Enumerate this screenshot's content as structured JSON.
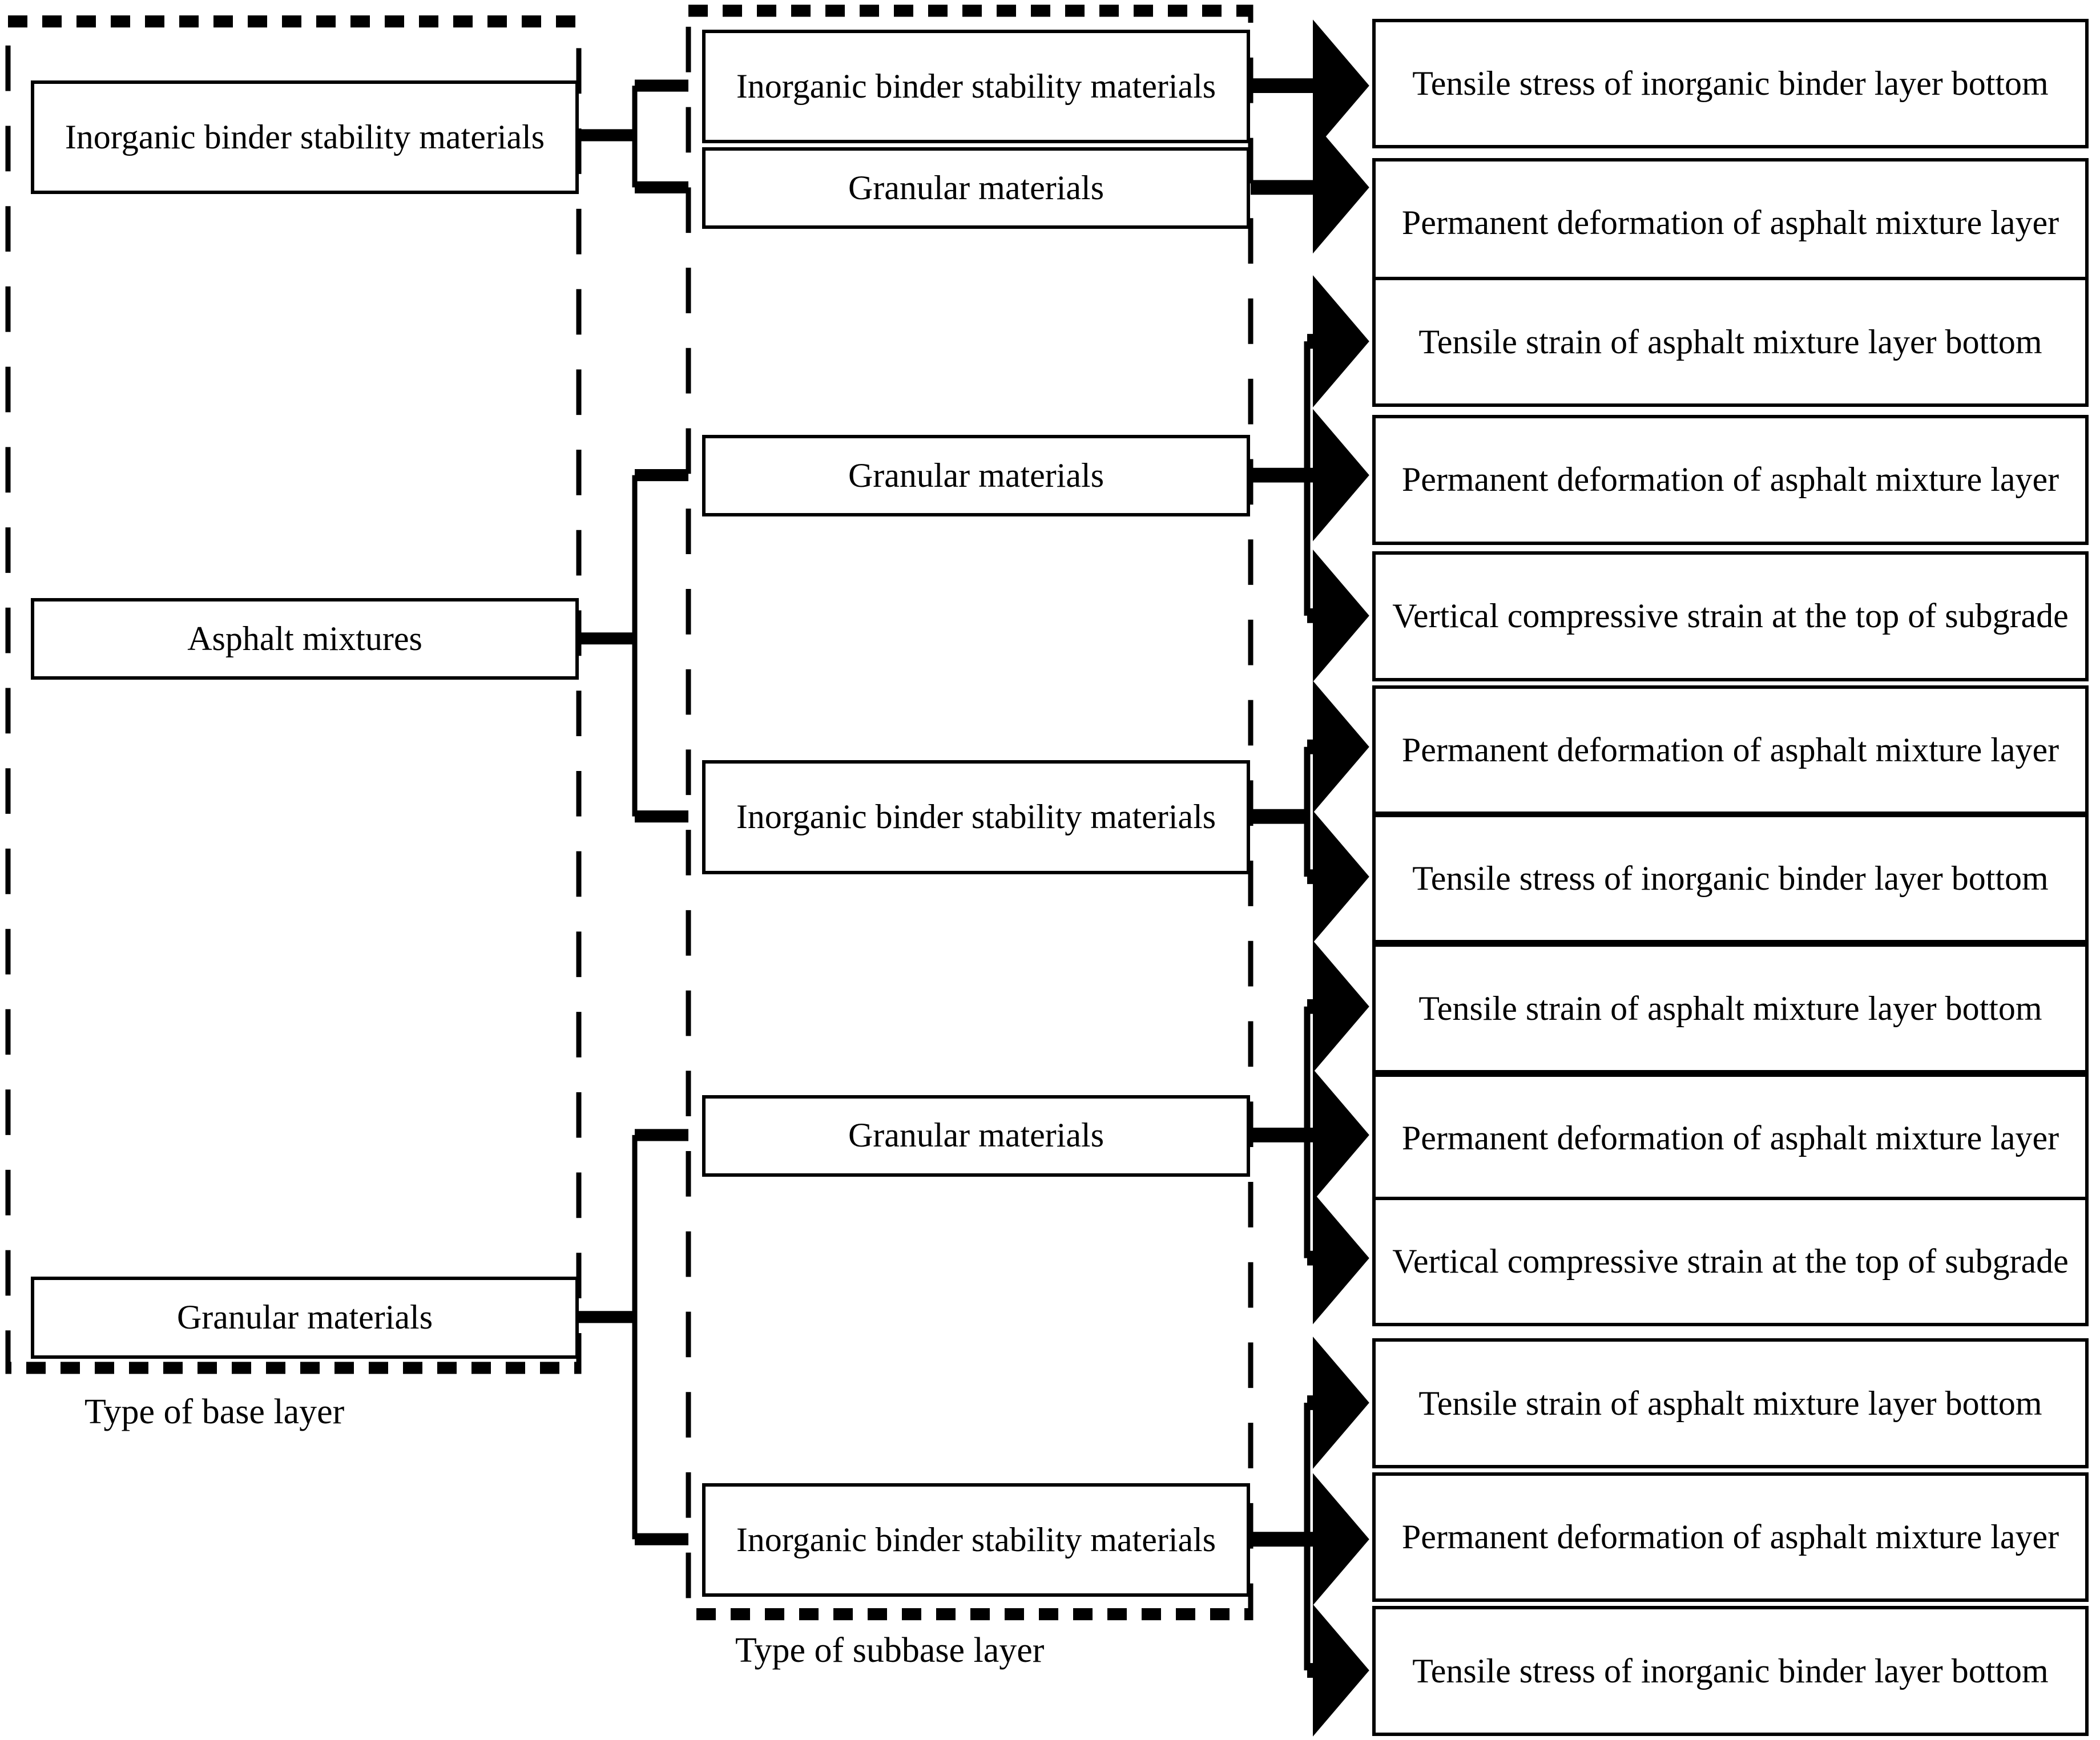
{
  "diagram": {
    "type": "flowchart",
    "title": "",
    "group_captions": {
      "base_layer": "Type of base layer",
      "subbase_layer": "Type of subbase layer"
    },
    "base_layer_nodes": [
      {
        "id": "b1",
        "label": "Inorganic binder stability materials"
      },
      {
        "id": "b2",
        "label": "Asphalt mixtures"
      },
      {
        "id": "b3",
        "label": "Granular materials"
      }
    ],
    "subbase_layer_nodes": [
      {
        "id": "s1",
        "label": "Inorganic binder stability materials"
      },
      {
        "id": "s2",
        "label": "Granular materials"
      },
      {
        "id": "s3",
        "label": "Granular materials"
      },
      {
        "id": "s4",
        "label": "Inorganic binder stability materials"
      },
      {
        "id": "s5",
        "label": "Granular materials"
      },
      {
        "id": "s6",
        "label": "Inorganic binder stability materials"
      }
    ],
    "outcome_nodes": [
      {
        "id": "o1",
        "label": "Tensile stress of inorganic binder layer bottom"
      },
      {
        "id": "o2",
        "label": "Permanent deformation of asphalt mixture layer"
      },
      {
        "id": "o3",
        "label": "Tensile strain of asphalt mixture layer bottom"
      },
      {
        "id": "o4",
        "label": "Permanent deformation of asphalt mixture layer"
      },
      {
        "id": "o5",
        "label": "Vertical compressive strain at the top of subgrade"
      },
      {
        "id": "o6",
        "label": "Permanent deformation of asphalt mixture layer"
      },
      {
        "id": "o7",
        "label": "Tensile stress of inorganic binder layer bottom"
      },
      {
        "id": "o8",
        "label": "Tensile strain of asphalt mixture layer bottom"
      },
      {
        "id": "o9",
        "label": "Permanent deformation of asphalt mixture layer"
      },
      {
        "id": "o10",
        "label": "Vertical compressive strain at the top of subgrade"
      },
      {
        "id": "o11",
        "label": "Tensile strain of asphalt mixture layer bottom"
      },
      {
        "id": "o12",
        "label": "Permanent deformation of asphalt mixture layer"
      },
      {
        "id": "o13",
        "label": "Tensile stress of inorganic binder layer bottom"
      }
    ],
    "edges": [
      {
        "from": "b1",
        "to": [
          "s1",
          "s2"
        ]
      },
      {
        "from": "b2",
        "to": [
          "s3",
          "s4"
        ]
      },
      {
        "from": "b3",
        "to": [
          "s5",
          "s6"
        ]
      },
      {
        "from": "s1",
        "to": [
          "o1"
        ]
      },
      {
        "from": "s2",
        "to": [
          "o2"
        ]
      },
      {
        "from": "s3",
        "to": [
          "o3",
          "o4",
          "o5"
        ]
      },
      {
        "from": "s4",
        "to": [
          "o6",
          "o7"
        ]
      },
      {
        "from": "s5",
        "to": [
          "o8",
          "o9",
          "o10"
        ]
      },
      {
        "from": "s6",
        "to": [
          "o11",
          "o12",
          "o13"
        ]
      }
    ],
    "colors": {
      "stroke": "#000000",
      "fill": "#ffffff",
      "text": "#000000"
    }
  }
}
